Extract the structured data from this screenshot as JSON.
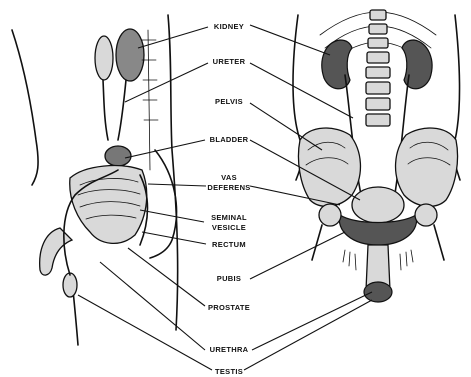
{
  "labels": {
    "kidney": "KIDNEY",
    "ureter": "URETER",
    "pelvis": "PELVIS",
    "bladder": "BLADDER",
    "vas_deferens_1": "VAS",
    "vas_deferens_2": "DEFERENS",
    "seminal_vesicle_1": "SEMINAL",
    "seminal_vesicle_2": "VESICLE",
    "rectum": "RECTUM",
    "pubis": "PUBIS",
    "prostate": "PROSTATE",
    "urethra": "URETHRA",
    "testis": "TESTIS"
  }
}
